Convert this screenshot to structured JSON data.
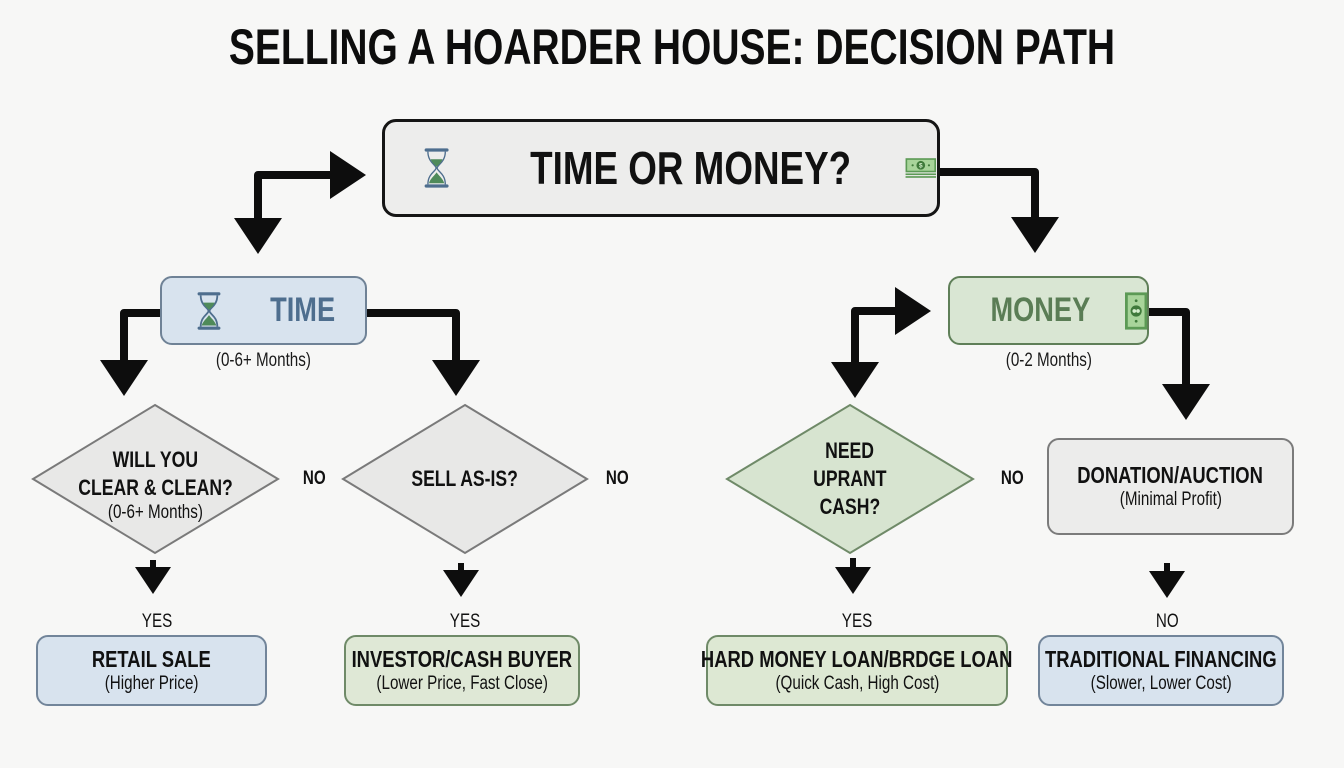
{
  "title": "SELLING A HOARDER HOUSE: DECISION PATH",
  "root": {
    "label": "TIME OR MONEY?",
    "left_icon": "hourglass-icon",
    "right_icon": "dollar-bill-icon"
  },
  "time_branch": {
    "label": "TIME",
    "icon": "hourglass-icon",
    "duration": "(0-6+ Months)",
    "color": "#4e6e8e",
    "decisions": [
      {
        "id": "clear-clean",
        "lines": [
          "WILL YOU",
          "CLEAR & CLEAN?"
        ],
        "note": "(0-6+ Months)",
        "no_label": "NO",
        "yes_label": "YES",
        "outcome": {
          "title": "RETAIL SALE",
          "subtitle": "(Higher Price)"
        }
      },
      {
        "id": "sell-as-is",
        "lines": [
          "SELL AS-IS?"
        ],
        "note": "",
        "no_label": "NO",
        "yes_label": "YES",
        "outcome": {
          "title": "INVESTOR/CASH BUYER",
          "subtitle": "(Lower Price, Fast Close)"
        }
      }
    ]
  },
  "money_branch": {
    "label": "MONEY",
    "icon": "dollar-bill-icon",
    "duration": "(0-2 Months)",
    "color": "#5a7d55",
    "decisions": [
      {
        "id": "upfront-cash",
        "lines": [
          "NEED",
          "UPRANT",
          "CASH?"
        ],
        "no_label": "NO",
        "yes_label": "YES",
        "outcome": {
          "title": "HARD MONEY LOAN/BRDGE LOAN",
          "subtitle": "(Quick Cash, High Cost)"
        }
      }
    ],
    "side_box": {
      "title": "DONATION/AUCTION",
      "subtitle": "(Minimal Profit)"
    },
    "side_branch_label": "NO",
    "side_outcome": {
      "title": "TRADITIONAL FINANCING",
      "subtitle": "(Slower, Lower Cost)"
    }
  },
  "colors": {
    "background": "#f7f7f6",
    "blue_fill": "#d8e3ee",
    "green_fill": "#d9e6d3",
    "gray_fill": "#ececeb",
    "arrow": "#0d0d0d",
    "money_green": "#4f8a4a"
  }
}
